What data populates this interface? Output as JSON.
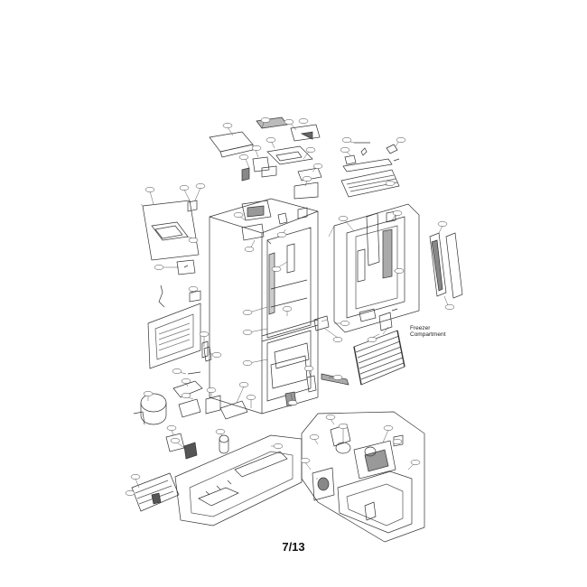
{
  "page": {
    "label": "7/13"
  },
  "annotation": {
    "line1": "Freezer",
    "line2": "Compartment"
  },
  "colors": {
    "line": "#333333",
    "shade": "#9a9a9a",
    "dark": "#555555",
    "callout_fill": "#ffffff"
  }
}
